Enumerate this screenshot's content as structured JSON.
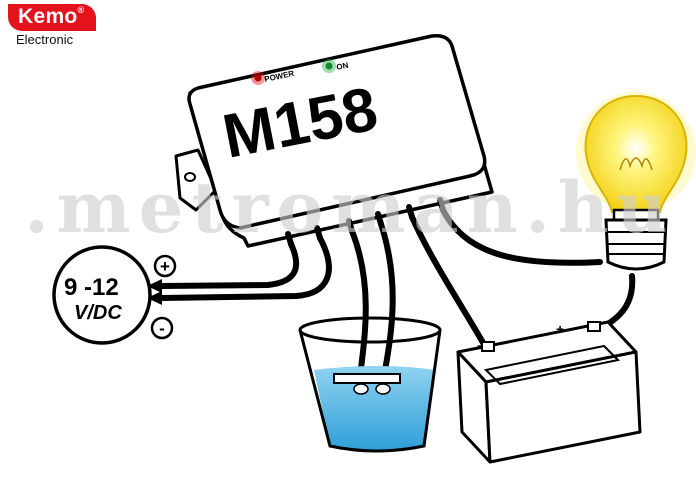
{
  "brand": {
    "name": "Kemo",
    "registered": "®",
    "subtitle": "Electronic"
  },
  "module": {
    "model": "M158",
    "indicators": [
      {
        "label": "POWER",
        "color": "#e3201a"
      },
      {
        "label": "ON",
        "color": "#2db34a"
      }
    ]
  },
  "power_supply": {
    "voltage": "9 -12",
    "unit": "V/DC",
    "plus": "+",
    "minus": "-"
  },
  "battery": {
    "plus": "+",
    "minus": "-"
  },
  "watermark": ".metroman.hu",
  "colors": {
    "brand": "#e4121b",
    "water": "#5bbbe4",
    "bulb": "#ffe94a"
  }
}
